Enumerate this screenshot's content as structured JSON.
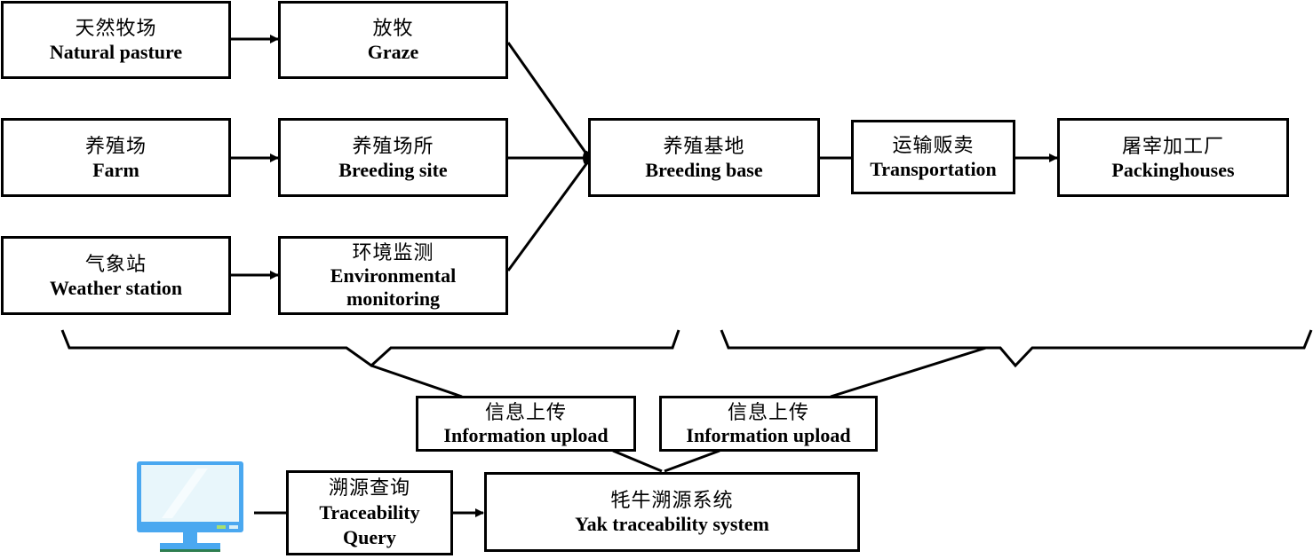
{
  "nodes": {
    "natural_pasture": {
      "zh": "天然牧场",
      "en": "Natural pasture"
    },
    "graze": {
      "zh": "放牧",
      "en": "Graze"
    },
    "farm": {
      "zh": "养殖场",
      "en": "Farm"
    },
    "breeding_site": {
      "zh": "养殖场所",
      "en": "Breeding site"
    },
    "weather_station": {
      "zh": "气象站",
      "en": "Weather station"
    },
    "env_monitoring": {
      "zh": "环境监测",
      "en": "Environmental",
      "en2": "monitoring"
    },
    "breeding_base": {
      "zh": "养殖基地",
      "en": "Breeding base"
    },
    "transportation": {
      "zh": "运输贩卖",
      "en": "Transportation"
    },
    "packinghouses": {
      "zh": "屠宰加工厂",
      "en": "Packinghouses"
    },
    "info_upload_left": {
      "zh": "信息上传",
      "en": "Information upload"
    },
    "info_upload_right": {
      "zh": "信息上传",
      "en": "Information upload"
    },
    "traceability_query": {
      "zh": "溯源查询",
      "en": "Traceability",
      "en2": "Query"
    },
    "yak_system": {
      "zh": "牦牛溯源系统",
      "en": "Yak traceability system"
    }
  },
  "icons": {
    "terminal": "computer-monitor-icon"
  },
  "colors": {
    "line": "#000000",
    "monitor_frame": "#4aa8f0",
    "monitor_screen": "#e6f5fb"
  }
}
